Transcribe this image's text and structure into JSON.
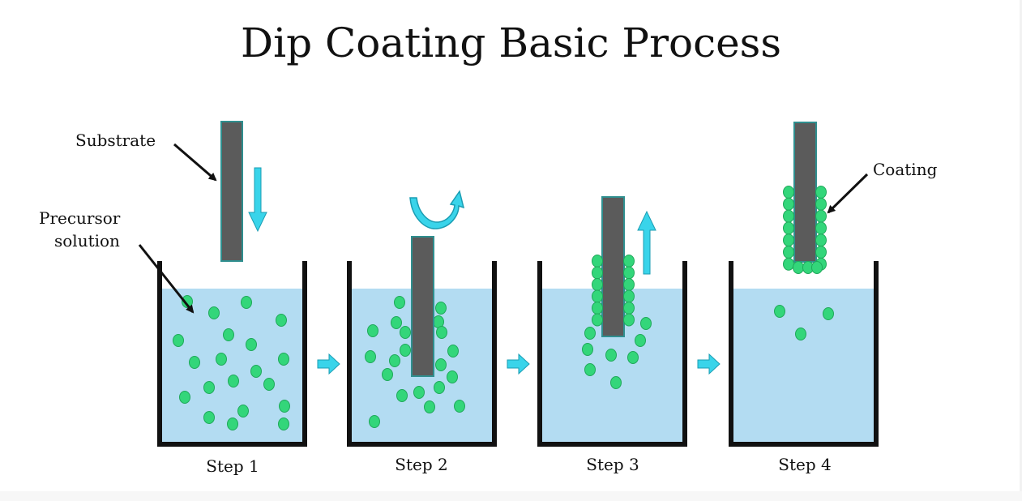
{
  "title": "Dip Coating Basic Process",
  "labels": {
    "substrate": "Substrate",
    "precursor_line1": "Precursor",
    "precursor_line2": "solution",
    "coating": "Coating"
  },
  "steps": [
    {
      "label": "Step 1"
    },
    {
      "label": "Step 2"
    },
    {
      "label": "Step 3"
    },
    {
      "label": "Step 4"
    }
  ],
  "colors": {
    "solution": "#b3dcf2",
    "particle": "#33d67a",
    "particle_outline": "#1fa85a",
    "substrate": "#5b5b5b",
    "substrate_edge": "#2f8f8f",
    "arrow": "#39d4ea",
    "arrow_outline": "#1a9db3",
    "beaker": "#111111"
  }
}
